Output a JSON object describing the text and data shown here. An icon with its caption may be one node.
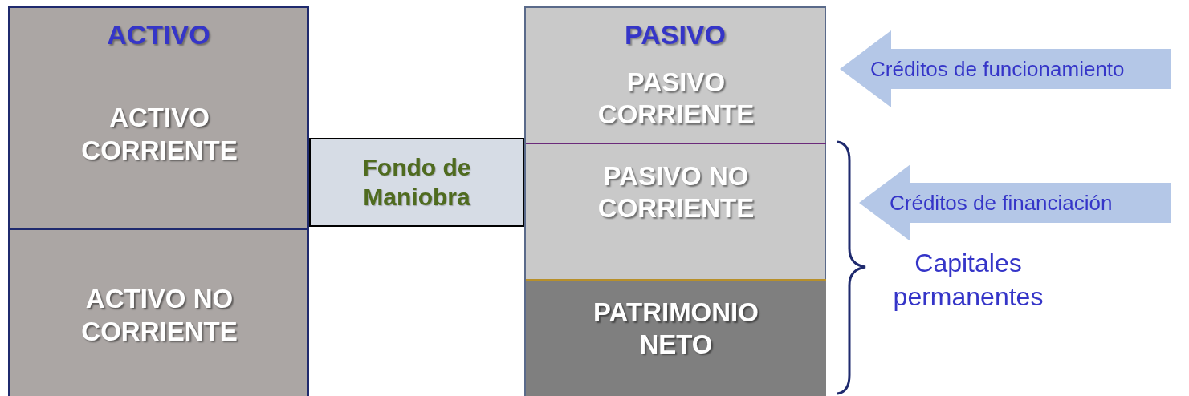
{
  "diagram": {
    "nodes": [
      {
        "text": [
          "ACTIVO"
        ]
      },
      {
        "text": [
          "ACTIVO CORRIENTE"
        ],
        "in": 0
      },
      {
        "text": [
          "ACTIVO NO CORRIENTE"
        ],
        "in": 0
      },
      {
        "text": [
          "Fondo de Maniobra"
        ]
      },
      {
        "text": [
          "PASIVO"
        ]
      },
      {
        "text": [
          "PASIVO CORRIENTE"
        ],
        "in": 4
      },
      {
        "text": [
          "PASIVO NO CORRIENTE"
        ],
        "in": 4
      },
      {
        "text": [
          "PATRIMONIO NETO"
        ],
        "in": 4
      },
      {
        "text": [
          "Créditos de funcionamiento"
        ]
      },
      {
        "text": [
          "Créditos de financiación"
        ]
      }
    ],
    "labels": [
      "Capitales permanentes"
    ]
  }
}
